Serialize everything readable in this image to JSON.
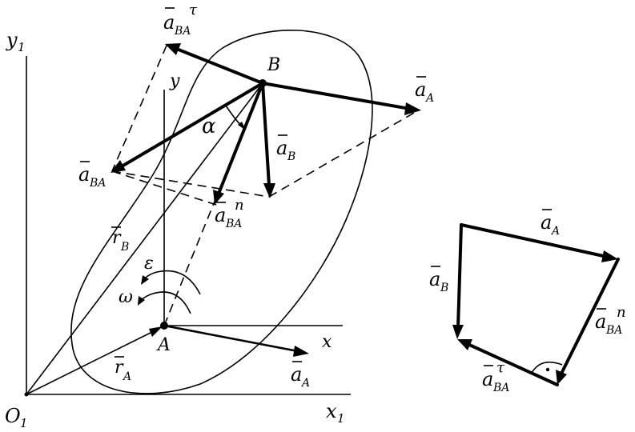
{
  "labels": {
    "y1": "y",
    "y1_sub": "1",
    "x1": "x",
    "x1_sub": "1",
    "o1": "O",
    "o1_sub": "1",
    "y": "y",
    "x": "x",
    "point_a": "A",
    "point_b": "B",
    "alpha": "α",
    "epsilon": "ε",
    "omega": "ω",
    "r_b": "r",
    "r_b_sub": "B",
    "r_a": "r",
    "r_a_sub": "A",
    "a_ba_tau": "a",
    "a_ba_tau_sub": "BA",
    "a_ba_tau_sup": "τ",
    "a_a_top": "a",
    "a_a_top_sub": "A",
    "a_b": "a",
    "a_b_sub": "B",
    "a_ba": "a",
    "a_ba_sub": "BA",
    "a_ba_n": "a",
    "a_ba_n_sub": "BA",
    "a_ba_n_sup": "n",
    "a_a_bottom": "a",
    "a_a_bottom_sub": "A",
    "poly_a_a": "a",
    "poly_a_a_sub": "A",
    "poly_a_b": "a",
    "poly_a_b_sub": "B",
    "poly_a_ba_n": "a",
    "poly_a_ba_n_sub": "BA",
    "poly_a_ba_n_sup": "n",
    "poly_a_ba_tau": "a",
    "poly_a_ba_tau_sub": "BA",
    "poly_a_ba_tau_sup": "τ"
  }
}
